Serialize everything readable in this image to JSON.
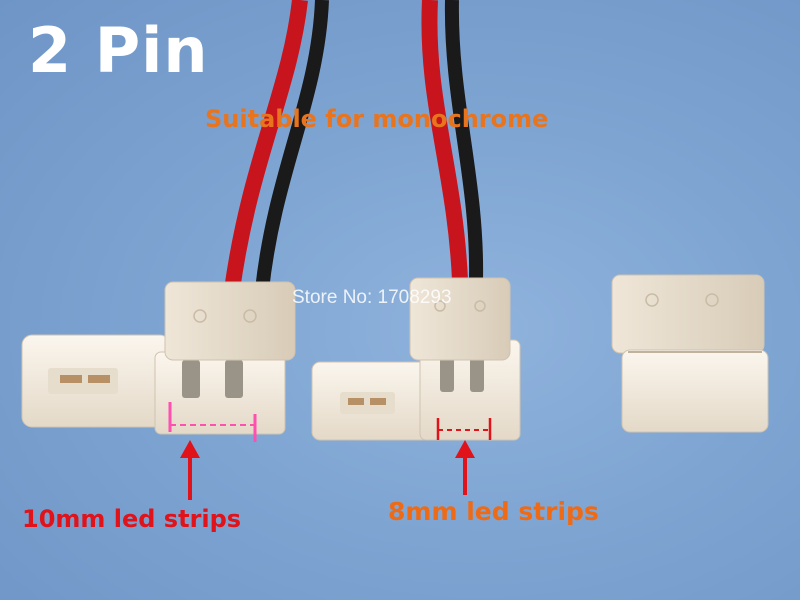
{
  "image": {
    "title": "2 Pin",
    "subtitle": "Suitable for monochrome",
    "watermark": "Store No: 1708293",
    "labels": {
      "strip_10mm": "10mm led strips",
      "strip_8mm": "8mm led strips"
    },
    "colors": {
      "background": "#7ea4d2",
      "title": "#ffffff",
      "subtitle": "#e8741e",
      "label_10mm": "#e0121a",
      "label_8mm": "#ef6a14",
      "wire_red": "#c8141c",
      "wire_black": "#1a1a1a",
      "connector": "#f3ebe0"
    }
  }
}
